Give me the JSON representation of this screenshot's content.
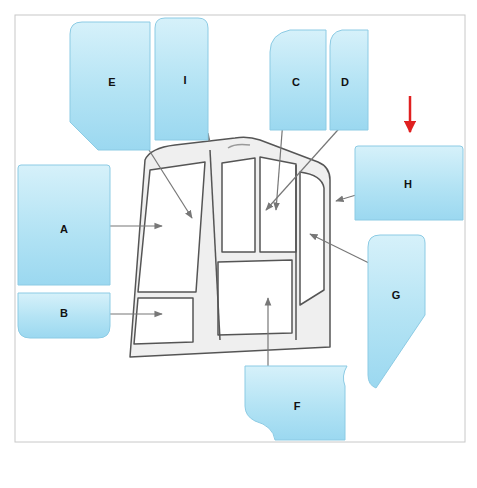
{
  "diagram": {
    "nodes": [
      {
        "text": [
          "E"
        ]
      },
      {
        "text": [
          "I"
        ]
      },
      {
        "text": [
          "C"
        ]
      },
      {
        "text": [
          "D"
        ]
      },
      {
        "text": [
          "H"
        ]
      },
      {
        "text": [
          "A"
        ]
      },
      {
        "text": [
          "G"
        ]
      },
      {
        "text": [
          "B"
        ]
      },
      {
        "text": [
          "F"
        ]
      }
    ]
  }
}
